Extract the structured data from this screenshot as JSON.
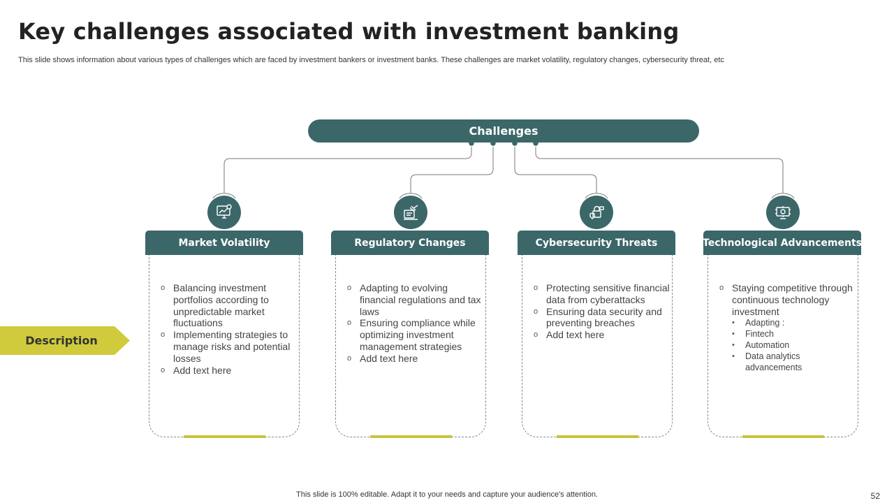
{
  "title": "Key challenges associated with investment banking",
  "subtitle": "This slide shows information about various types  of challenges which are faced by investment bankers or investment banks. These challenges are market volatility, regulatory changes, cybersecurity threat,  etc",
  "root_label": "Challenges",
  "row_label": "Description",
  "colors": {
    "teal": "#3b6769",
    "accent": "#c9c43c",
    "tag": "#cfcb3c"
  },
  "columns": [
    {
      "title": "Market Volatility",
      "icon": "chart-monitor-icon",
      "bullets": [
        "Balancing investment portfolios according to unpredictable market fluctuations",
        "Implementing strategies to manage risks and potential losses",
        "Add text here"
      ],
      "sub_bullets": []
    },
    {
      "title": "Regulatory Changes",
      "icon": "gavel-document-icon",
      "bullets": [
        "Adapting to evolving financial regulations and tax laws",
        "Ensuring compliance while optimizing investment management strategies",
        "Add text here"
      ],
      "sub_bullets": []
    },
    {
      "title": "Cybersecurity Threats",
      "icon": "padlock-shield-icon",
      "bullets": [
        "Protecting sensitive financial data from cyberattacks",
        "Ensuring data security and preventing breaches",
        "Add text here"
      ],
      "sub_bullets": []
    },
    {
      "title": "Technological Advancements",
      "icon": "tech-monitor-icon",
      "bullets": [
        "Staying competitive through continuous technology investment"
      ],
      "sub_bullets": [
        "Adapting :",
        "Fintech",
        "Automation",
        "Data analytics advancements"
      ]
    }
  ],
  "footer": "This slide is 100% editable. Adapt it to your needs and capture your audience's attention.",
  "page_number": "52"
}
